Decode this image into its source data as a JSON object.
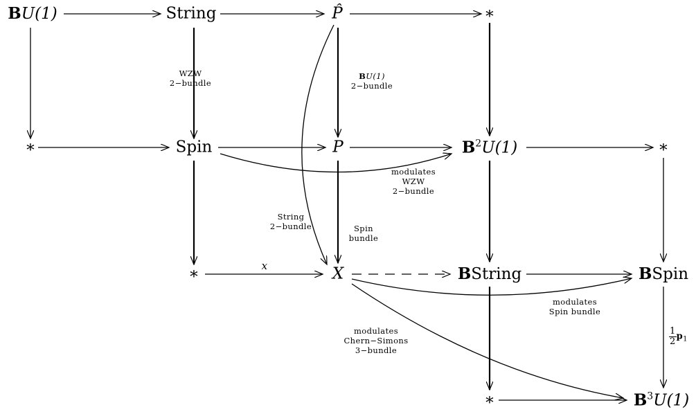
{
  "nodes": {
    "BU1": {
      "bold": "B",
      "rest": "U(1)"
    },
    "String": "String",
    "Phat": "P̂",
    "star1": "∗",
    "star2": "∗",
    "Spin": "Spin",
    "P": "P",
    "B2U1": {
      "bold": "B",
      "sup": "2",
      "rest": "U(1)"
    },
    "star3": "∗",
    "star4": "∗",
    "X": "X",
    "BString": {
      "bold": "B",
      "rest": "String"
    },
    "BSpin": {
      "bold": "B",
      "rest": "Spin"
    },
    "star5": "∗",
    "B3U1": {
      "bold": "B",
      "sup": "3",
      "rest": "U(1)"
    }
  },
  "labels": {
    "wzw_bundle": [
      "WZW",
      "2−bundle"
    ],
    "bu1_bundle": {
      "bold": "B",
      "rest": "U(1)",
      "line2": "2−bundle"
    },
    "modulates_wzw": [
      "modulates",
      "WZW",
      "2−bundle"
    ],
    "string_bundle": [
      "String",
      "2−bundle"
    ],
    "spin_bundle": [
      "Spin",
      "bundle"
    ],
    "x": "x",
    "modulates_spin": [
      "modulates",
      "Spin bundle"
    ],
    "modulates_cs": [
      "modulates",
      "Chern−Simons",
      "3−bundle"
    ],
    "half_p1": {
      "num": "1",
      "den": "2",
      "sym": "p",
      "sub": "1"
    }
  }
}
